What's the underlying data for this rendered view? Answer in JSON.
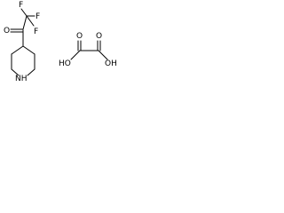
{
  "molecule_1": {
    "atoms": {
      "f_top": "F",
      "f_mid": "F",
      "f_left": "F",
      "o_carbonyl": "O",
      "nh": "NH"
    }
  },
  "molecule_2": {
    "atoms": {
      "o_left": "O",
      "o_right": "O",
      "ho_left": "HO",
      "oh_right": "OH"
    }
  }
}
